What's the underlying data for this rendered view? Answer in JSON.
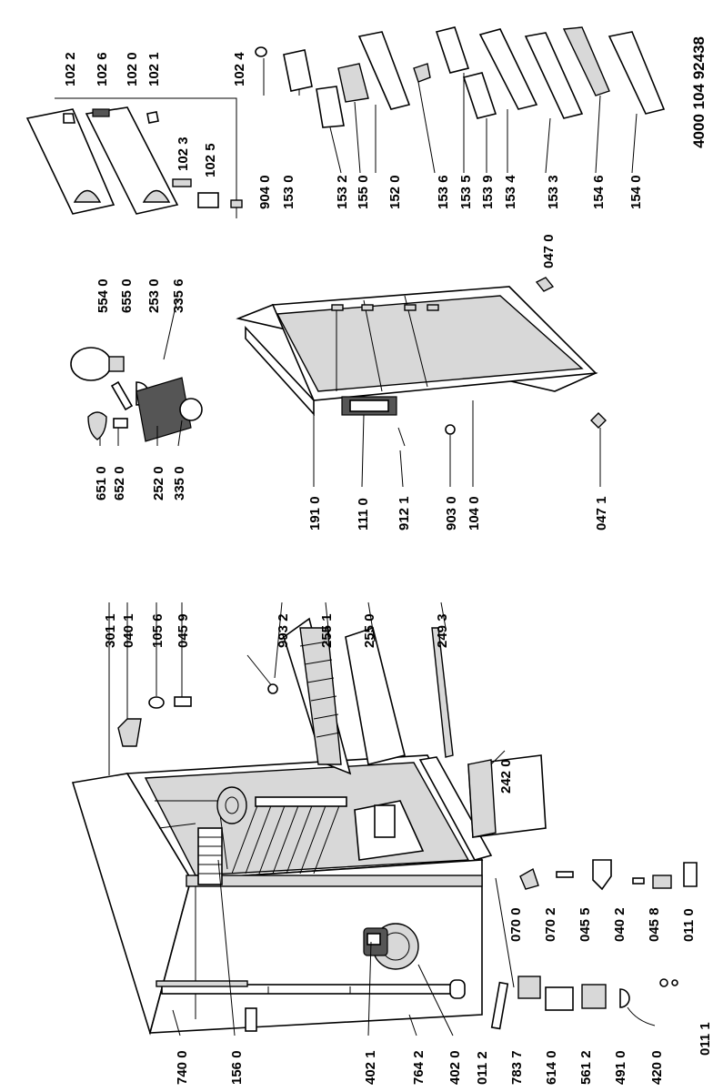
{
  "document_number": "4000 104 92438",
  "labels": {
    "l7400": "740 0",
    "l1560": "156 0",
    "l4021": "402 1",
    "l7642": "764 2",
    "l4020": "402 0",
    "l0112": "011 2",
    "l7837": "783 7",
    "l6140": "614 0",
    "l5612": "561 2",
    "l4910": "491 0",
    "l4200": "420 0",
    "l0700": "070 0",
    "l0702": "070 2",
    "l0455": "045 5",
    "l0402": "040 2",
    "l0458": "045 8",
    "l0110": "011 0",
    "l0111": "011 1",
    "l3011": "301 1",
    "l0401": "040 1",
    "l1056": "105 6",
    "l0459": "045 9",
    "l9932": "993 2",
    "l2551": "255 1",
    "l2550": "255 0",
    "l2493": "249 3",
    "l2420": "242 0",
    "l6510": "651 0",
    "l6520": "652 0",
    "l2520": "252 0",
    "l3350": "335 0",
    "l5540": "554 0",
    "l6550": "655 0",
    "l2530": "253 0",
    "l3356": "335 6",
    "l1910": "191 0",
    "l1110": "111 0",
    "l9121": "912 1",
    "l9030": "903 0",
    "l1040": "104 0",
    "l0471": "047 1",
    "l0470": "047 0",
    "l1022": "102 2",
    "l1026": "102 6",
    "l1020": "102 0",
    "l1021": "102 1",
    "l1024": "102 4",
    "l1023": "102 3",
    "l1025": "102 5",
    "l9040": "904 0",
    "l1530": "153 0",
    "l1532": "153 2",
    "l1550": "155 0",
    "l1520": "152 0",
    "l1536": "153 6",
    "l1535": "153 5",
    "l1539": "153 9",
    "l1534": "153 4",
    "l1533": "153 3",
    "l1546": "154 6",
    "l1540": "154 0"
  }
}
